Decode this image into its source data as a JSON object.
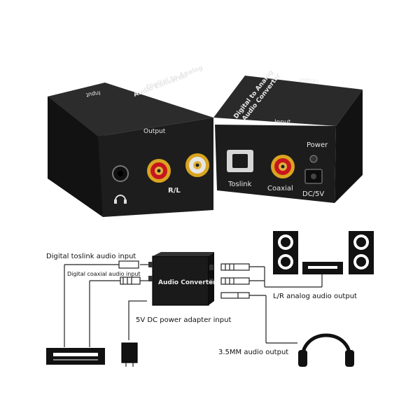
{
  "left_device": {
    "top_text_1": "Digital to Analog",
    "top_text_2": "Audio Converter",
    "top_input": "Input",
    "front_output": "Output",
    "rl_label": "R/L"
  },
  "right_device": {
    "top_text_1": "Digital to Analog",
    "top_text_2": "Audio Converter",
    "top_output": "Output",
    "front_input": "Input",
    "power_label": "Power",
    "toslink_label": "Toslink",
    "coaxial_label": "Coaxial",
    "dc_label": "DC/5V"
  },
  "diagram": {
    "converter_label": "Audio Converter",
    "toslink_input": "Digital  toslink audio input",
    "coaxial_input": "Digital  coaxial audio input",
    "dc_input": "5V DC power adapter input",
    "lr_output": "L/R analog audio output",
    "mm_output": "3.5MM audio output"
  },
  "colors": {
    "device_body": "#1c1c1c",
    "device_top": "#2a2a2a",
    "rca_red": "#c8161d",
    "rca_white": "#e6e6e6",
    "gold": "#d9a520",
    "line": "#222222"
  }
}
